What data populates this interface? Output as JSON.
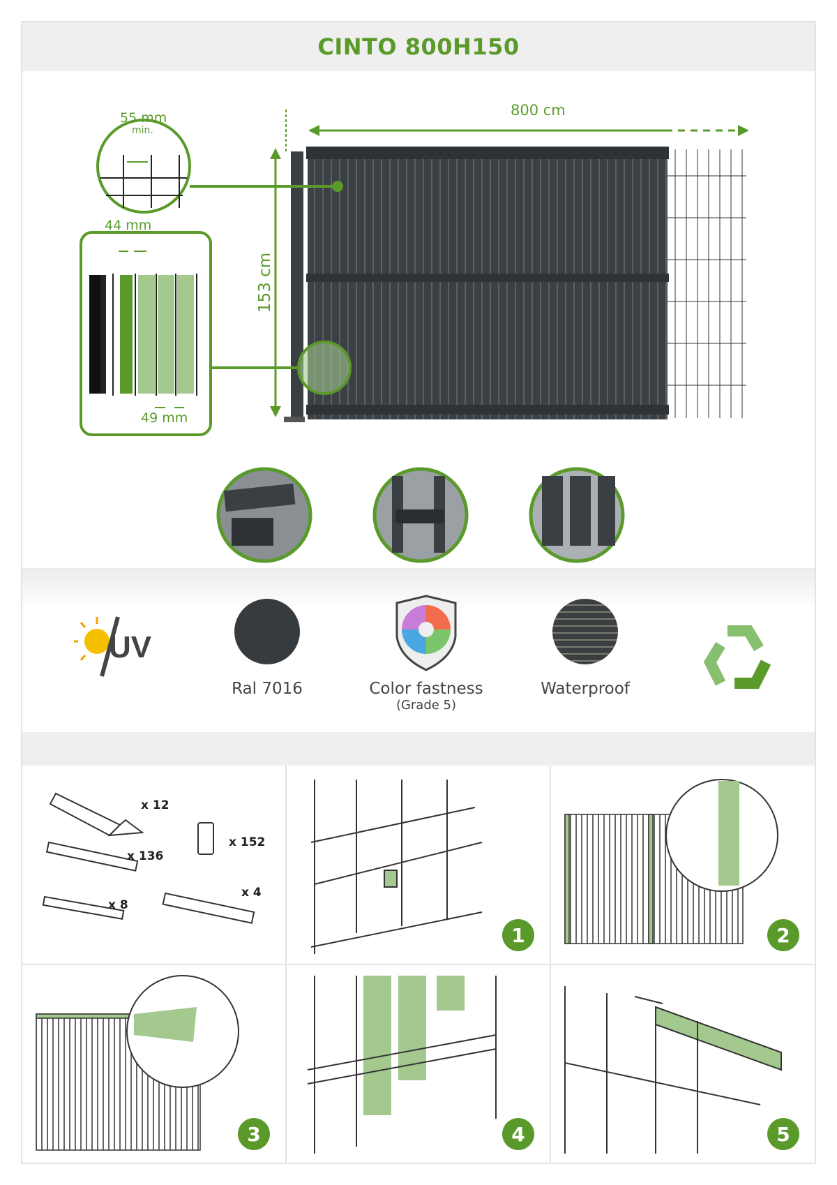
{
  "title": "CINTO 800H150",
  "dimensions": {
    "width": "800 cm",
    "height": "153 cm",
    "mesh_gap": "55 mm",
    "mesh_gap_note": "min.",
    "slat_gap": "44 mm",
    "slat_width": "49 mm"
  },
  "colors": {
    "accent": "#5a9a2a",
    "light_green": "#a3c98f",
    "panel": "#3a3f44"
  },
  "features": [
    {
      "icon": "uv-protection-icon",
      "label": "UV"
    },
    {
      "icon": "color-swatch-icon",
      "label": "Ral 7016"
    },
    {
      "icon": "color-wheel-shield-icon",
      "label": "Color fastness",
      "sub": "(Grade 5)"
    },
    {
      "icon": "water-drops-icon",
      "label": "Waterproof"
    },
    {
      "icon": "recycle-icon"
    }
  ],
  "kit": [
    {
      "item": "top-cap",
      "qty": "x 12"
    },
    {
      "item": "clip",
      "qty": "x 152"
    },
    {
      "item": "slat",
      "qty": "x 136"
    },
    {
      "item": "short-slat",
      "qty": "x 8"
    },
    {
      "item": "bottom-rail",
      "qty": "x 4"
    }
  ],
  "steps": [
    "1",
    "2",
    "3",
    "4",
    "5"
  ]
}
